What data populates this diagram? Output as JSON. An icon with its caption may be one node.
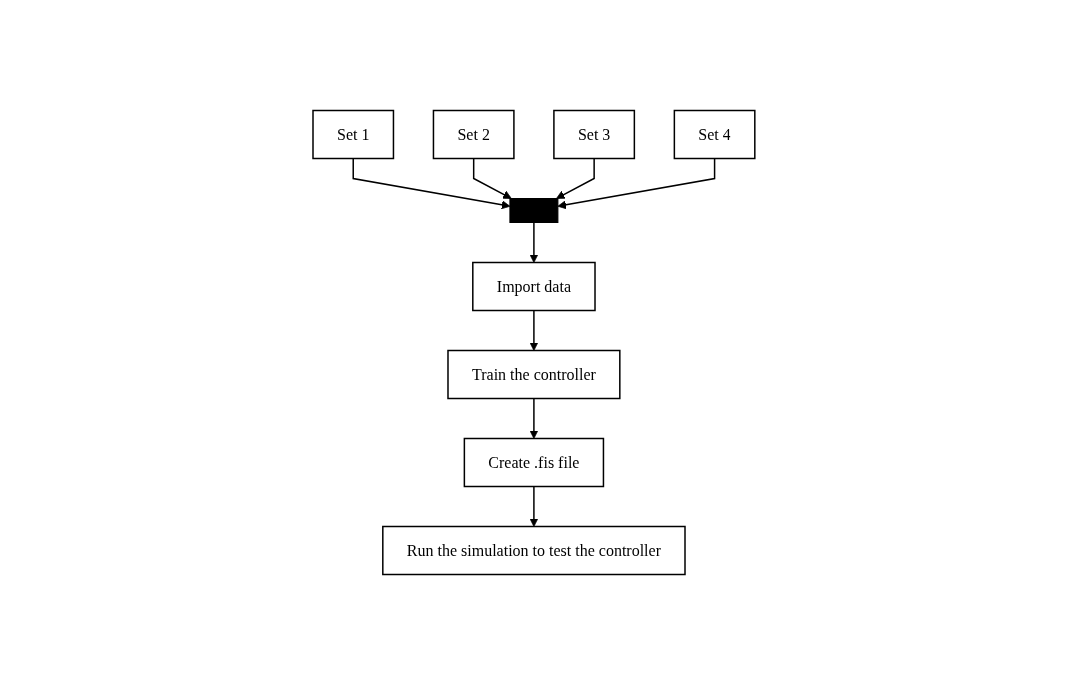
{
  "diagram": {
    "nodes": [
      {
        "text": [
          "Set 1"
        ]
      },
      {
        "text": [
          "Set 2"
        ]
      },
      {
        "text": [
          "Set 3"
        ]
      },
      {
        "text": [
          "Set 4"
        ]
      },
      {
        "text": [],
        "shape": "bar"
      },
      {
        "text": [
          "Import data"
        ]
      },
      {
        "text": [
          "Train the controller"
        ]
      },
      {
        "text": [
          "Create .fis file"
        ]
      },
      {
        "text": [
          "Run the simulation to test the controller"
        ]
      }
    ],
    "edges": [
      {
        "from": 0,
        "to": 4,
        "arrow": "to"
      },
      {
        "from": 1,
        "to": 4,
        "arrow": "to"
      },
      {
        "from": 2,
        "to": 4,
        "arrow": "to"
      },
      {
        "from": 3,
        "to": 4,
        "arrow": "to"
      },
      {
        "from": 4,
        "to": 5,
        "arrow": "to"
      },
      {
        "from": 5,
        "to": 6,
        "arrow": "to"
      },
      {
        "from": 6,
        "to": 7,
        "arrow": "to"
      },
      {
        "from": 7,
        "to": 8,
        "arrow": "to"
      }
    ]
  }
}
